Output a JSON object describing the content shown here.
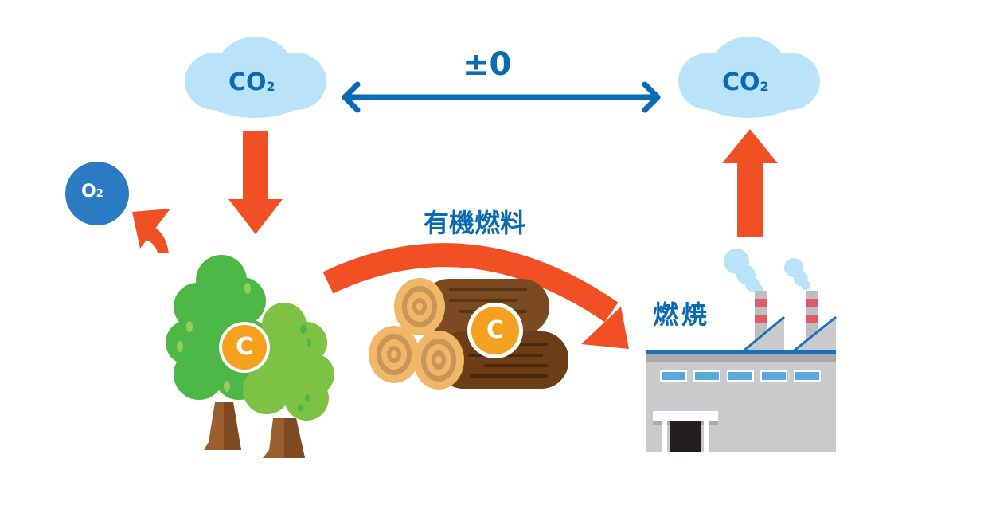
{
  "title": "Carbon neutral cycle of organic fuel",
  "co2_left": {
    "main": "CO",
    "sub": "2"
  },
  "co2_right": {
    "main": "CO",
    "sub": "2"
  },
  "balance_label": "±0",
  "o2": {
    "main": "O",
    "sub": "2"
  },
  "fuel_label": "有機燃料",
  "combustion_label": "燃焼",
  "carbon_tree": "C",
  "carbon_logs": "C",
  "colors": {
    "text_blue": "#0a6ab4",
    "cloud": "#b9e3f8",
    "arrow_orange": "#f05023",
    "o2_circle": "#2a7bc2",
    "carbon_badge": "#f4a11f",
    "tree_dark": "#4db848",
    "tree_light": "#7dc243",
    "trunk": "#9b5e2f",
    "log_bark": "#7a4a20",
    "log_end": "#f2b668",
    "factory_wall": "#c9cacc",
    "factory_window": "#5aa7dc",
    "chimney_stripe": "#e05a6a"
  }
}
